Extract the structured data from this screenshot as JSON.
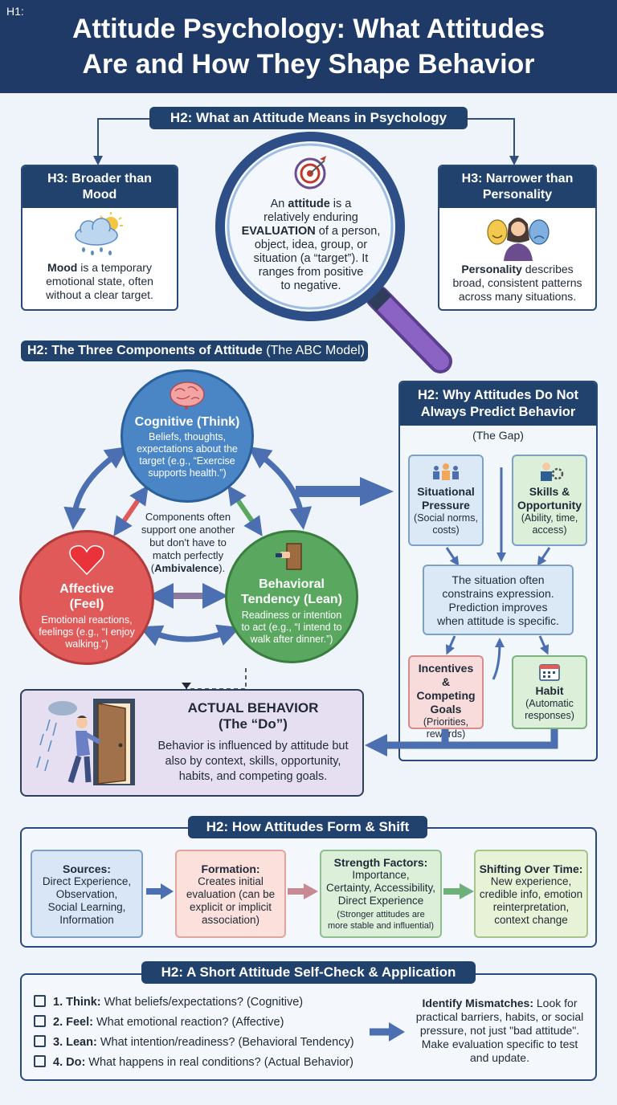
{
  "header": {
    "tag": "H1:",
    "title_line1": "Attitude Psychology: What Attitudes",
    "title_line2": "Are and How They Shape Behavior"
  },
  "meaning": {
    "heading": "H2: What an Attitude Means in Psychology",
    "mood": {
      "heading_line1": "H3: Broader than",
      "heading_line2": "Mood",
      "bold": "Mood",
      "text_a": " is a temporary",
      "text_b": "emotional state, often",
      "text_c": "without a clear target."
    },
    "definition": {
      "a1": "An ",
      "a_bold": "attitude",
      "a2": " is a",
      "b": "relatively enduring",
      "c_bold": "EVALUATION",
      "c2": " of a person,",
      "d": "object, idea, group, or",
      "e": "situation (a “target”). It",
      "f": "ranges from positive",
      "g": "to negative."
    },
    "personality": {
      "heading_line1": "H3: Narrower than",
      "heading_line2": "Personality",
      "bold": "Personality",
      "text_a": " describes",
      "text_b": "broad, consistent patterns",
      "text_c": "across many situations."
    }
  },
  "abc": {
    "heading_a": "H2: The Three Components of Attitude ",
    "heading_b": "(The ABC Model)",
    "cognitive": {
      "title": "Cognitive (Think)",
      "l1": "Beliefs, thoughts,",
      "l2": "expectations about the",
      "l3": "target (e.g., “Exercise",
      "l4": "supports health.”)"
    },
    "affective": {
      "title_line1": "Affective",
      "title_line2": "(Feel)",
      "l1": "Emotional reactions,",
      "l2": "feelings (e.g., “I enjoy",
      "l3": "walking.”)"
    },
    "behavioral": {
      "title_line1": "Behavioral",
      "title_line2": "Tendency (Lean)",
      "l1": "Readiness or intention",
      "l2": "to act (e.g., “I intend to",
      "l3": "walk after dinner.”)"
    },
    "center": {
      "l1": "Components often",
      "l2": "support one another",
      "l3": "but don't have to",
      "l4": "match perfectly",
      "l5a": "(",
      "l5_bold": "Ambivalence",
      "l5b": ")."
    }
  },
  "gap": {
    "heading_line1": "H2: Why Attitudes Do Not",
    "heading_line2": "Always Predict Behavior",
    "sub": "(The Gap)",
    "situational": {
      "title_line1": "Situational",
      "title_line2": "Pressure",
      "l1": "(Social norms,",
      "l2": "costs)"
    },
    "skills": {
      "title_line1": "Skills &",
      "title_line2": "Opportunity",
      "l1": "(Ability, time,",
      "l2": "access)"
    },
    "center": {
      "l1": "The situation often",
      "l2": "constrains expression.",
      "l3": "Prediction improves",
      "l4": "when attitude is specific."
    },
    "incentives": {
      "title_line1": "Incentives &",
      "title_line2": "Competing",
      "title_line3": "Goals",
      "l1": "(Priorities,",
      "l2": "rewards)"
    },
    "habit": {
      "title": "Habit",
      "l1": "(Automatic",
      "l2": "responses)"
    }
  },
  "behavior": {
    "title_line1": "ACTUAL BEHAVIOR",
    "title_line2": "(The “Do”)",
    "l1": "Behavior is influenced by attitude but",
    "l2": "also by context, skills, opportunity,",
    "l3": "habits, and competing goals."
  },
  "form": {
    "heading": "H2: How Attitudes Form & Shift",
    "sources": {
      "title": "Sources:",
      "l1": "Direct Experience,",
      "l2": "Observation,",
      "l3": "Social Learning,",
      "l4": "Information"
    },
    "formation": {
      "title": "Formation:",
      "l1": "Creates initial",
      "l2": "evaluation (can be",
      "l3": "explicit or implicit",
      "l4": "association)"
    },
    "strength": {
      "title": "Strength Factors:",
      "l1": "Importance,",
      "l2": "Certainty, Accessibility,",
      "l3": "Direct Experience",
      "s1": "(Stronger attitudes are",
      "s2": "more stable and influential)"
    },
    "shifting": {
      "title": "Shifting Over Time:",
      "l1": "New experience,",
      "l2": "credible info, emotion",
      "l3": "reinterpretation,",
      "l4": "context change"
    }
  },
  "check": {
    "heading": "H2: A Short Attitude Self-Check & Application",
    "items": [
      {
        "bold": "1. Think:",
        "text": " What beliefs/expectations? (Cognitive)"
      },
      {
        "bold": "2. Feel:",
        "text": " What emotional reaction? (Affective)"
      },
      {
        "bold": "3. Lean:",
        "text": " What intention/readiness? (Behavioral Tendency)"
      },
      {
        "bold": "4. Do:",
        "text": " What happens in real conditions? (Actual Behavior)"
      }
    ],
    "mismatch": {
      "bold": "Identify Mismatches:",
      "l1": " Look for",
      "l2": "practical barriers, habits, or social",
      "l3": "pressure, not just \"bad attitude\".",
      "l4": "Make evaluation specific to test",
      "l5": "and update."
    }
  },
  "colors": {
    "navy": "#1f3a66",
    "cognitive": "#4a86c6",
    "affective": "#e05a5a",
    "behavioral": "#5aa85f",
    "accent_arrow": "#4b6fb0"
  }
}
